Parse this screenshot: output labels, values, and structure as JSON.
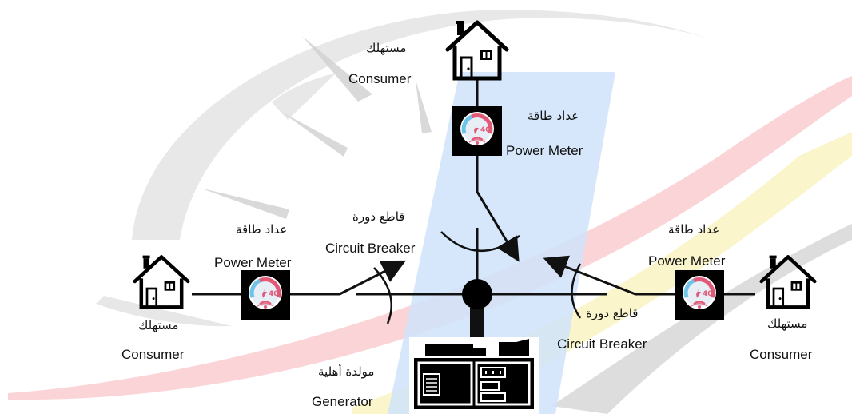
{
  "labels": {
    "consumer_ar": "مستهلك",
    "consumer_en": "Consumer",
    "meter_ar": "عداد طاقة",
    "meter_en": "Power Meter",
    "breaker_ar": "قاطع دورة",
    "breaker_en": "Circuit Breaker",
    "generator_ar": "مولدة أهلية",
    "generator_en": "Generator"
  },
  "meter_icon": "speedometer-wifi-icon",
  "house_icon": "house-icon",
  "generator_icon": "generator-icon",
  "colors": {
    "line": "#111111",
    "meter_bg": "#000000",
    "gauge_pink": "#e05a78",
    "gauge_blue": "#6fc3e6",
    "watermark_gray": "#d2d2d2",
    "watermark_red": "#ea2d3b",
    "watermark_yellow": "#f2e36a",
    "watermark_blue": "#cfe3fa"
  }
}
